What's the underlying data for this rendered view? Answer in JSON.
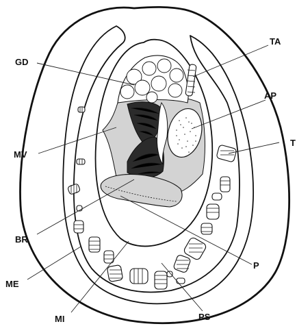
{
  "figure": {
    "labels": {
      "gd": "GD",
      "ta": "TA",
      "ap": "AP",
      "mv": "MV",
      "t": "T",
      "br": "BR",
      "me": "ME",
      "p": "P",
      "mi": "MI",
      "ps": "PS"
    },
    "colors": {
      "ink": "#111111",
      "visceral_mass": "#d3d3d3",
      "gill": "#2b2b2b",
      "background": "#ffffff"
    }
  }
}
